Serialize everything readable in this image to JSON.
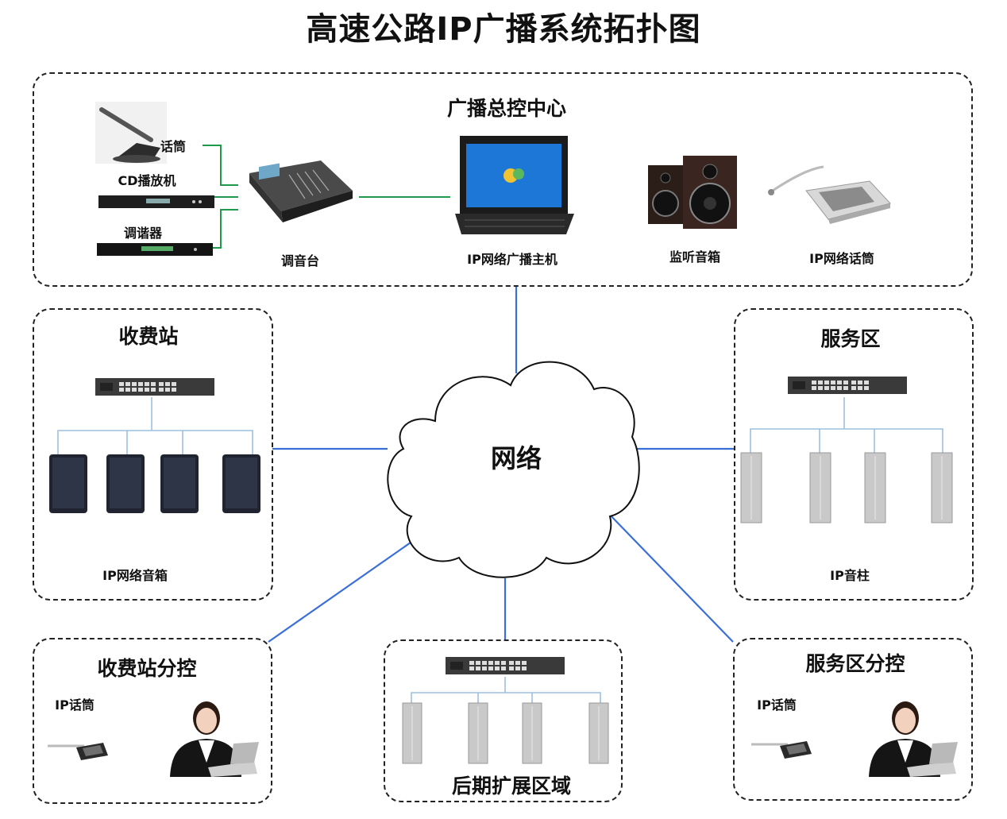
{
  "title": "高速公路IP广播系统拓扑图",
  "network": "网络",
  "control_center": {
    "heading": "广播总控中心",
    "mic": "话筒",
    "cd_player": "CD播放机",
    "tuner": "调谐器",
    "mixer": "调音台",
    "host": "IP网络广播主机",
    "monitor_speakers": "监听音箱",
    "ip_mic": "IP网络话筒"
  },
  "toll_station": {
    "heading": "收费站",
    "device": "IP网络音箱"
  },
  "service_area": {
    "heading": "服务区",
    "device": "IP音柱"
  },
  "toll_substation": {
    "heading": "收费站分控",
    "ip_mic": "IP话筒"
  },
  "service_substation": {
    "heading": "服务区分控",
    "ip_mic": "IP话筒"
  },
  "expansion": {
    "heading": "后期扩展区域"
  },
  "colors": {
    "network_line": "#3a6fd8",
    "audio_line": "#1f9a4a",
    "branch_line": "#9cc0e0"
  }
}
